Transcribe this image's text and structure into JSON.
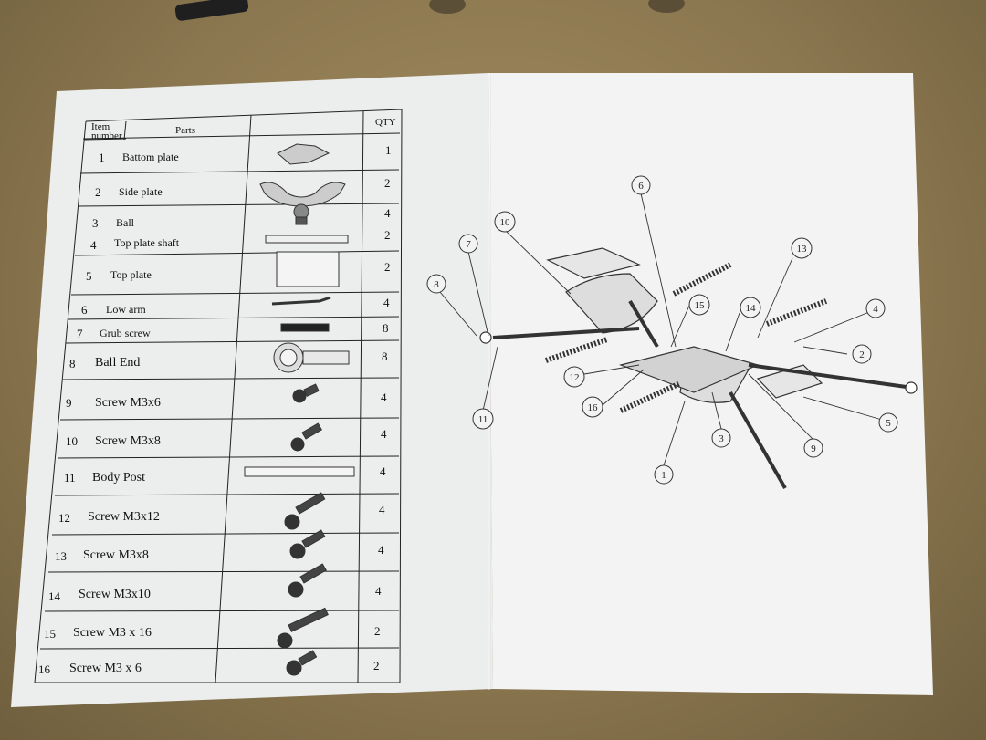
{
  "table": {
    "headers": {
      "item": "Item number",
      "parts": "Parts",
      "qty": "QTY"
    },
    "rows": [
      {
        "num": "1",
        "name": "Battom plate",
        "qty": "1"
      },
      {
        "num": "2",
        "name": "Side plate",
        "qty": "2"
      },
      {
        "num": "3",
        "name": "Ball",
        "qty": "4"
      },
      {
        "num": "4",
        "name": "Top plate shaft",
        "qty": "2"
      },
      {
        "num": "5",
        "name": "Top plate",
        "qty": "2"
      },
      {
        "num": "6",
        "name": "Low arm",
        "qty": "4"
      },
      {
        "num": "7",
        "name": "Grub screw",
        "qty": "8"
      },
      {
        "num": "8",
        "name": "Ball End",
        "qty": "8"
      },
      {
        "num": "9",
        "name": "Screw M3x6",
        "qty": "4"
      },
      {
        "num": "10",
        "name": "Screw M3x8",
        "qty": "4"
      },
      {
        "num": "11",
        "name": "Body Post",
        "qty": "4"
      },
      {
        "num": "12",
        "name": "Screw M3x12",
        "qty": "4"
      },
      {
        "num": "13",
        "name": "Screw M3x8",
        "qty": "4"
      },
      {
        "num": "14",
        "name": "Screw M3x10",
        "qty": "4"
      },
      {
        "num": "15",
        "name": "Screw M3 x 16",
        "qty": "2"
      },
      {
        "num": "16",
        "name": "Screw M3 x 6",
        "qty": "2"
      }
    ]
  },
  "diagram": {
    "callouts": [
      "1",
      "2",
      "3",
      "4",
      "5",
      "6",
      "7",
      "8",
      "9",
      "10",
      "11",
      "12",
      "13",
      "14",
      "15",
      "16"
    ]
  }
}
